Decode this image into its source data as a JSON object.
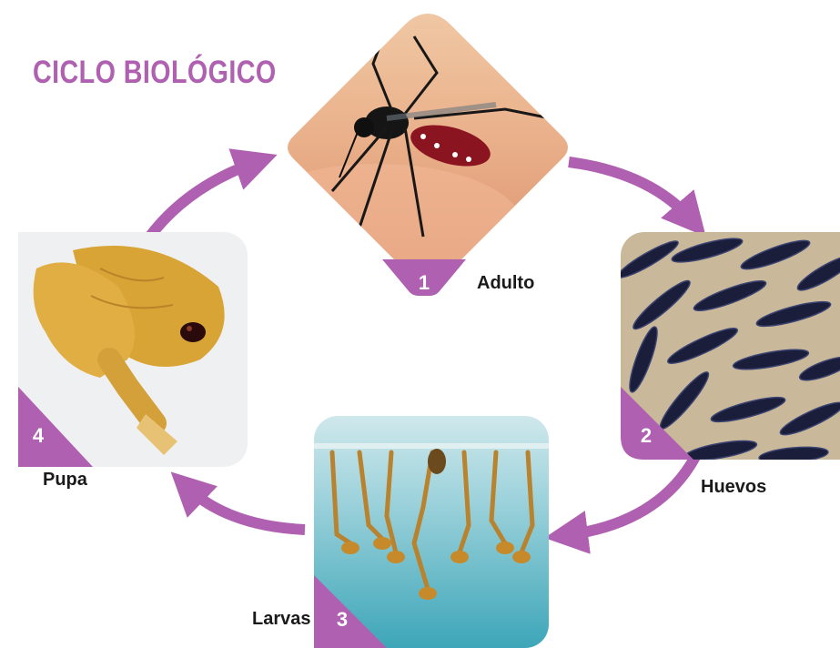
{
  "title": "CICLO BIOLÓGICO",
  "accent_color": "#b060b0",
  "stages": [
    {
      "number": "1",
      "label": "Adulto",
      "image": "adult-mosquito-photo"
    },
    {
      "number": "2",
      "label": "Huevos",
      "image": "mosquito-eggs-photo"
    },
    {
      "number": "3",
      "label": "Larvas",
      "image": "mosquito-larvae-photo"
    },
    {
      "number": "4",
      "label": "Pupa",
      "image": "mosquito-pupa-photo"
    }
  ]
}
